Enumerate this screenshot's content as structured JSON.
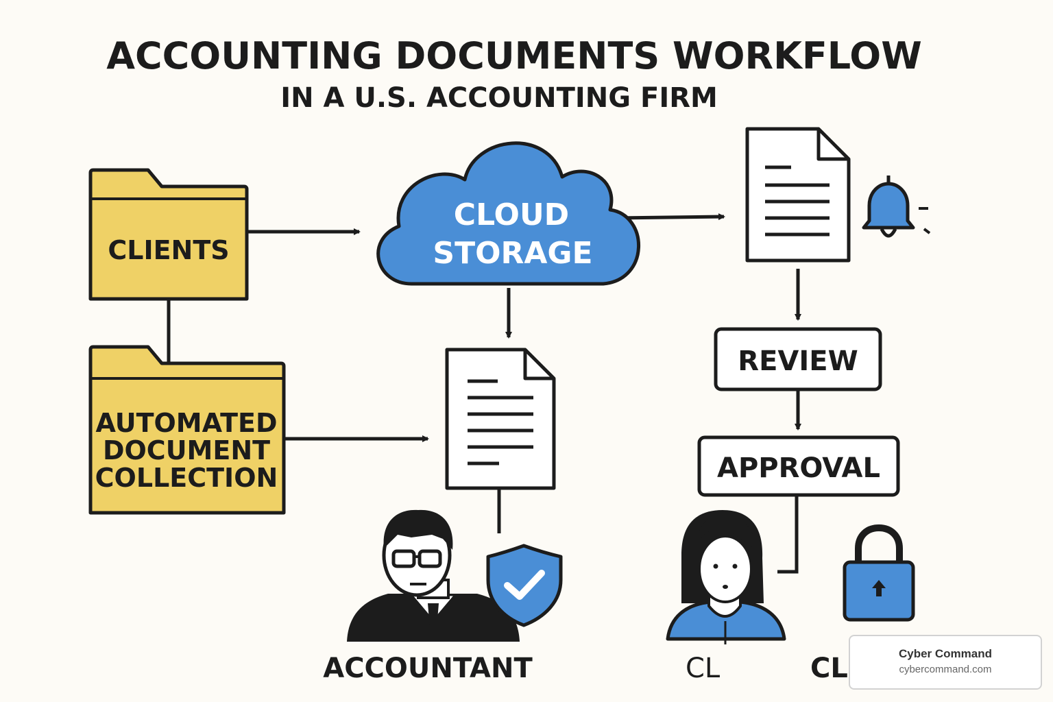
{
  "header": {
    "title": "ACCOUNTING DOCUMENTS WORKFLOW",
    "subtitle": "IN A U.S. ACCOUNTING FIRM"
  },
  "nodes": {
    "clients": "CLIENTS",
    "automated": [
      "AUTOMATED",
      "DOCUMENT",
      "COLLECTION"
    ],
    "cloud": [
      "CLOUD",
      "STORAGE"
    ],
    "review": "REVIEW",
    "approval": "APPROVAL"
  },
  "roles": {
    "accountant": "ACCOUNTANT",
    "client_a": "CL",
    "client_b": "CL"
  },
  "watermark": {
    "name": "Cyber Command",
    "url": "cybercommand.com"
  },
  "colors": {
    "folder": "#efd166",
    "blue": "#4a8ed6",
    "ink": "#1c1c1c",
    "background": "#fdfbf6"
  }
}
